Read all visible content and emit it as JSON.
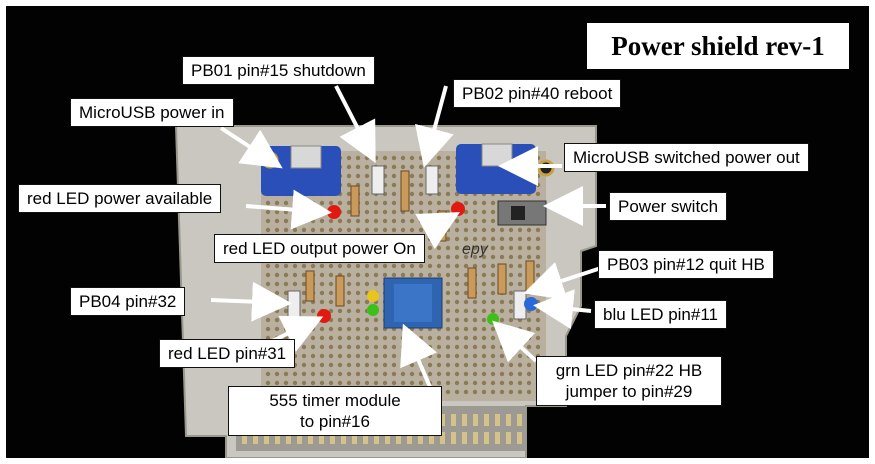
{
  "title": "Power shield rev-1",
  "labels": {
    "pb01": "PB01 pin#15 shutdown",
    "pb02": "PB02 pin#40 reboot",
    "usb_in": "MicroUSB power in",
    "usb_out": "MicroUSB switched power out",
    "led_power": "red LED power available",
    "power_switch": "Power switch",
    "led_output": "red LED output power On",
    "pb03": "PB03 pin#12 quit HB",
    "pb04": "PB04 pin#32",
    "blu_led": "blu LED pin#11",
    "red_led31": "red LED pin#31",
    "grn_led_line1": "grn LED pin#22 HB",
    "grn_led_line2": "jumper to pin#29",
    "timer_line1": "555 timer module",
    "timer_line2": "to pin#16"
  },
  "board_text": "epy",
  "colors": {
    "background": "#020202",
    "pcb": "#c9c7bf",
    "solder": "#8a7a55",
    "led_red": "#e01a10",
    "led_green": "#3ec01a",
    "led_blue": "#2a6ad8",
    "led_yellow": "#e8c51a",
    "usb_board": "#2a4fb8",
    "timer_module": "#2f64b0"
  }
}
